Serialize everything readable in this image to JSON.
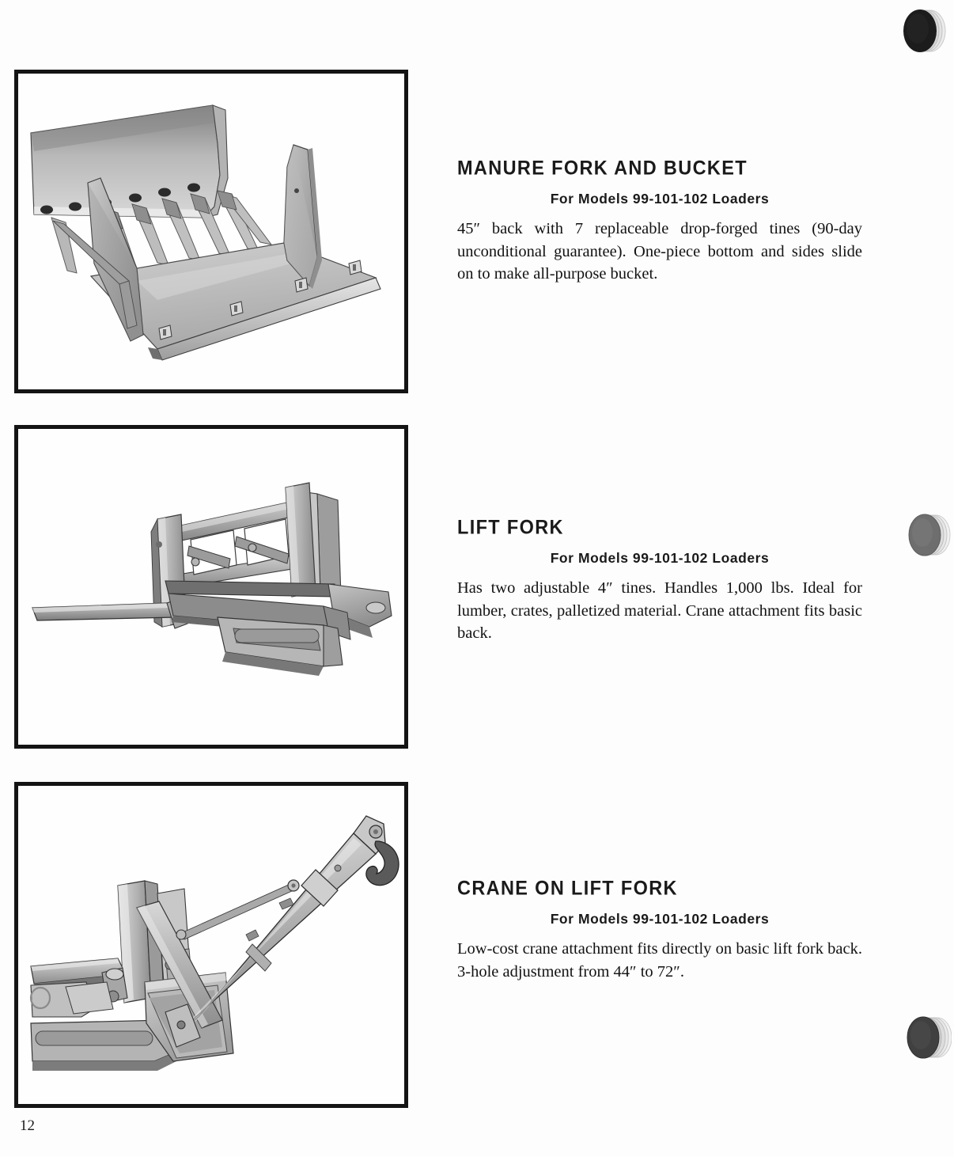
{
  "page": {
    "number": "12",
    "background_color": "#fdfdfd",
    "ink_color": "#141414"
  },
  "sections": [
    {
      "id": "manure-fork-and-bucket",
      "heading": "MANURE FORK AND BUCKET",
      "subheading": "For Models 99-101-102 Loaders",
      "body": "45″ back with 7 replaceable drop-forged tines (90-day unconditional guarantee). One-piece bottom and sides slide on to make all-purpose bucket.",
      "photo": {
        "name": "manure-fork-and-bucket-photo",
        "alt": "Manure fork with curved back plate, seven tines, bucket floor and two side plates",
        "tine_count": 7
      }
    },
    {
      "id": "lift-fork",
      "heading": "LIFT FORK",
      "subheading": "For Models 99-101-102 Loaders",
      "body": "Has two adjustable 4″ tines. Handles 1,000 lbs. Ideal for lumber, crates, palletized material. Crane attachment fits basic back.",
      "photo": {
        "name": "lift-fork-photo",
        "alt": "Lift fork frame with upright posts, cross braces and one long forward tine",
        "tine_count": 2
      }
    },
    {
      "id": "crane-on-lift-fork",
      "heading": "CRANE ON LIFT FORK",
      "subheading": "For Models 99-101-102 Loaders",
      "body": "Low-cost crane attachment fits directly on basic lift fork back. 3-hole adjustment from 44″ to 72″.",
      "photo": {
        "name": "crane-on-lift-fork-photo",
        "alt": "Crane boom with lifting hook mounted on the lift fork back plate",
        "tine_count": 0
      }
    }
  ],
  "binding_rings": [
    {
      "name": "binding-ring-top",
      "tone": "#1c1c1c"
    },
    {
      "name": "binding-ring-middle",
      "tone": "#6e6e6e"
    },
    {
      "name": "binding-ring-bottom",
      "tone": "#404040"
    }
  ]
}
